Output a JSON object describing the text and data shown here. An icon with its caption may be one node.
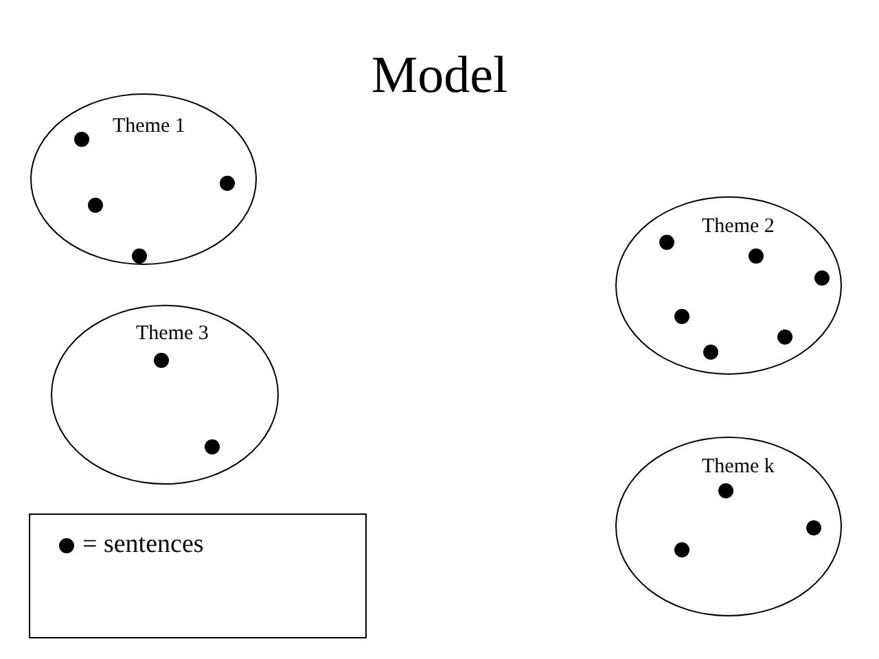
{
  "diagram": {
    "title": "Model",
    "nodes": [
      {
        "text": [
          "Theme 1"
        ]
      },
      {
        "text": [],
        "shape": "circle",
        "in": 0
      },
      {
        "text": [],
        "shape": "circle",
        "in": 0
      },
      {
        "text": [],
        "shape": "circle",
        "in": 0
      },
      {
        "text": [],
        "shape": "circle",
        "in": 0
      },
      {
        "text": [
          "Theme 2"
        ]
      },
      {
        "text": [],
        "shape": "circle",
        "in": 5
      },
      {
        "text": [],
        "shape": "circle",
        "in": 5
      },
      {
        "text": [],
        "shape": "circle",
        "in": 5
      },
      {
        "text": [],
        "shape": "circle",
        "in": 5
      },
      {
        "text": [],
        "shape": "circle",
        "in": 5
      },
      {
        "text": [],
        "shape": "circle",
        "in": 5
      },
      {
        "text": [
          "Theme 3"
        ]
      },
      {
        "text": [],
        "shape": "circle",
        "in": 12
      },
      {
        "text": [],
        "shape": "circle",
        "in": 12
      },
      {
        "text": [
          "Theme k"
        ]
      },
      {
        "text": [],
        "shape": "circle",
        "in": 15
      },
      {
        "text": [],
        "shape": "circle",
        "in": 15
      },
      {
        "text": [],
        "shape": "circle",
        "in": 15
      }
    ],
    "edges": [],
    "legend": [
      {
        "text": "= sentences"
      }
    ]
  }
}
